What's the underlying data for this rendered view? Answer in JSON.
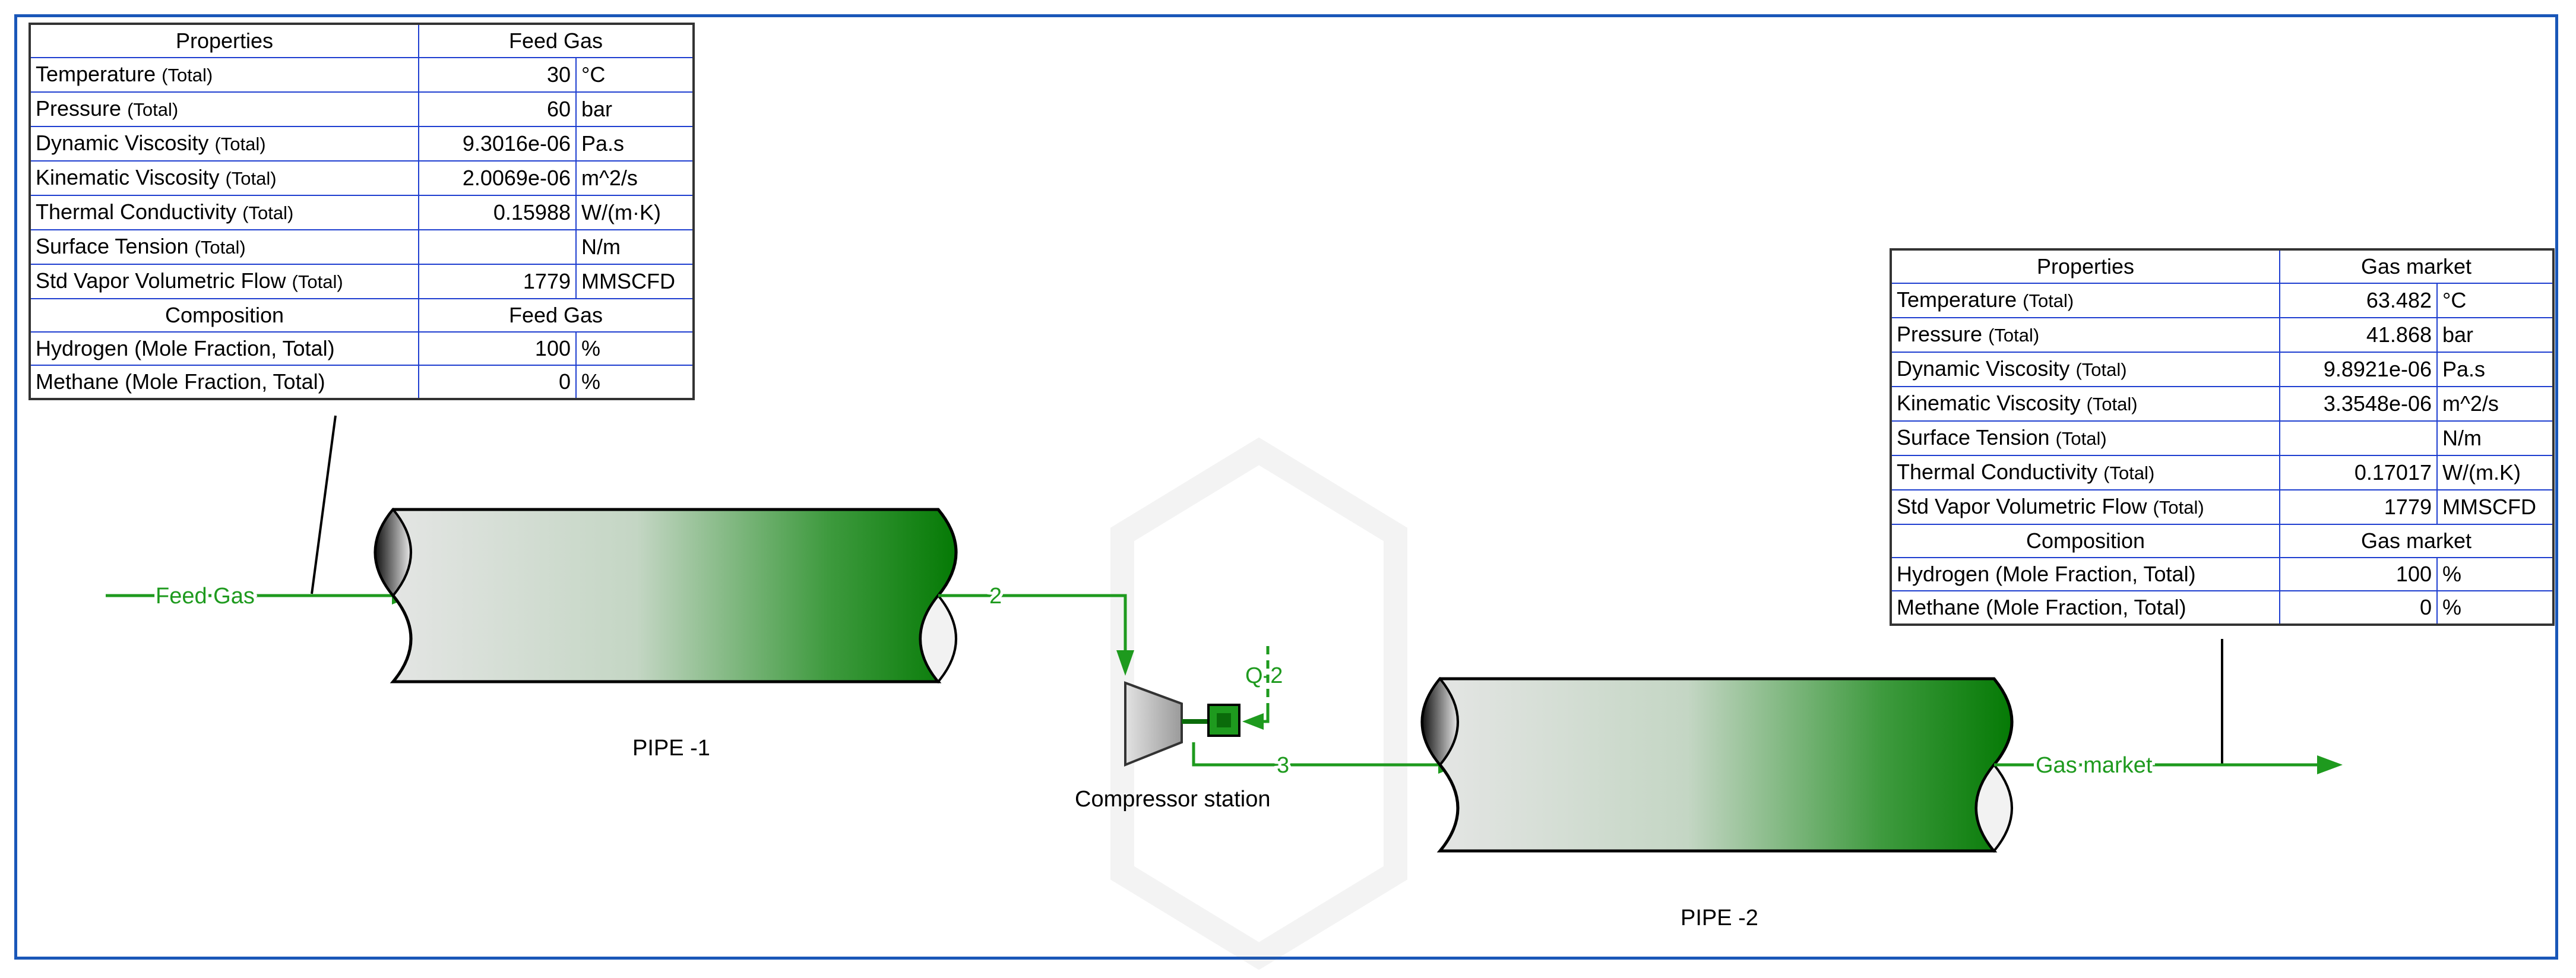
{
  "colors": {
    "stream": "#1e9a1e",
    "frame": "#1a57b8",
    "table_grid": "#1f3fd0",
    "pipe_light": "#e6e6e6",
    "pipe_dark": "#057a05"
  },
  "streams": {
    "feed_gas": "Feed Gas",
    "s2": "2",
    "s3": "3",
    "q2": "Q-2",
    "gas_market": "Gas market"
  },
  "units": {
    "pipe1": "PIPE -1",
    "pipe2": "PIPE -2",
    "compressor": "Compressor station"
  },
  "feed_table": {
    "header": {
      "properties": "Properties",
      "stream": "Feed Gas"
    },
    "rows": [
      {
        "name": "Temperature",
        "qualifier": "(Total)",
        "value": "30",
        "unit": "°C"
      },
      {
        "name": "Pressure",
        "qualifier": "(Total)",
        "value": "60",
        "unit": "bar"
      },
      {
        "name": "Dynamic Viscosity",
        "qualifier": "(Total)",
        "value": "9.3016e-06",
        "unit": "Pa.s"
      },
      {
        "name": "Kinematic Viscosity",
        "qualifier": "(Total)",
        "value": "2.0069e-06",
        "unit": "m^2/s"
      },
      {
        "name": "Thermal Conductivity",
        "qualifier": "(Total)",
        "value": "0.15988",
        "unit": "W/(m·K)"
      },
      {
        "name": "Surface Tension",
        "qualifier": "(Total)",
        "value": "",
        "unit": "N/m"
      },
      {
        "name": "Std Vapor Volumetric Flow",
        "qualifier": "(Total)",
        "value": "1779",
        "unit": "MMSCFD"
      }
    ],
    "comp_header": {
      "composition": "Composition",
      "stream": "Feed Gas"
    },
    "comp_rows": [
      {
        "name": "Hydrogen",
        "qualifier": "(Mole Fraction, Total)",
        "value": "100",
        "unit": "%"
      },
      {
        "name": "Methane",
        "qualifier": "(Mole Fraction, Total)",
        "value": "0",
        "unit": "%"
      }
    ]
  },
  "market_table": {
    "header": {
      "properties": "Properties",
      "stream": "Gas market"
    },
    "rows": [
      {
        "name": "Temperature",
        "qualifier": "(Total)",
        "value": "63.482",
        "unit": "°C"
      },
      {
        "name": "Pressure",
        "qualifier": "(Total)",
        "value": "41.868",
        "unit": "bar"
      },
      {
        "name": "Dynamic Viscosity",
        "qualifier": "(Total)",
        "value": "9.8921e-06",
        "unit": "Pa.s"
      },
      {
        "name": "Kinematic Viscosity",
        "qualifier": "(Total)",
        "value": "3.3548e-06",
        "unit": "m^2/s"
      },
      {
        "name": "Surface Tension",
        "qualifier": "(Total)",
        "value": "",
        "unit": "N/m"
      },
      {
        "name": "Thermal Conductivity",
        "qualifier": "(Total)",
        "value": "0.17017",
        "unit": "W/(m.K)"
      },
      {
        "name": "Std Vapor Volumetric Flow",
        "qualifier": "(Total)",
        "value": "1779",
        "unit": "MMSCFD"
      }
    ],
    "comp_header": {
      "composition": "Composition",
      "stream": "Gas market"
    },
    "comp_rows": [
      {
        "name": "Hydrogen",
        "qualifier": "(Mole Fraction, Total)",
        "value": "100",
        "unit": "%"
      },
      {
        "name": "Methane",
        "qualifier": "(Mole Fraction, Total)",
        "value": "0",
        "unit": "%"
      }
    ]
  }
}
